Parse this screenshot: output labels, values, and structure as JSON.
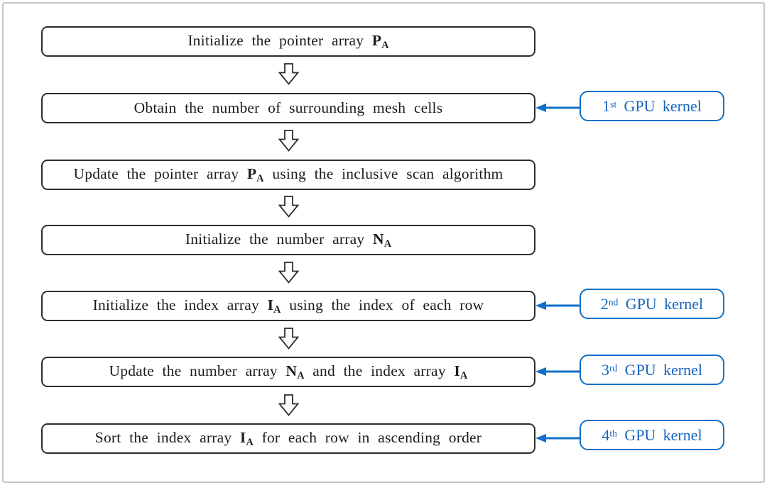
{
  "figure": {
    "kind": "flowchart",
    "background": "#ffffff"
  },
  "colors": {
    "text": "#1c1c1c",
    "box_border": "#2d2d2d",
    "blue_text": "#1565c0",
    "blue_line": "#1070c8",
    "frame_border": "#c6c6c6"
  },
  "icons": {
    "down_arrow": "hollow-block-down-arrow",
    "kernel_pointer": "filled-left-arrow"
  },
  "steps": [
    {
      "parts": [
        {
          "t": "Initialize the pointer array "
        },
        {
          "t": "P",
          "b": true
        },
        {
          "t": "A",
          "b": true,
          "sub": true
        }
      ]
    },
    {
      "parts": [
        {
          "t": "Obtain the number of surrounding mesh cells"
        }
      ]
    },
    {
      "parts": [
        {
          "t": "Update the pointer array "
        },
        {
          "t": "P",
          "b": true
        },
        {
          "t": "A",
          "b": true,
          "sub": true
        },
        {
          "t": " using the inclusive scan algorithm"
        }
      ]
    },
    {
      "parts": [
        {
          "t": "Initialize the number array "
        },
        {
          "t": "N",
          "b": true
        },
        {
          "t": "A",
          "b": true,
          "sub": true
        }
      ]
    },
    {
      "parts": [
        {
          "t": "Initialize the index array "
        },
        {
          "t": "I",
          "b": true
        },
        {
          "t": "A",
          "b": true,
          "sub": true
        },
        {
          "t": " using the index of each row"
        }
      ]
    },
    {
      "parts": [
        {
          "t": "Update the number array "
        },
        {
          "t": "N",
          "b": true
        },
        {
          "t": "A",
          "b": true,
          "sub": true
        },
        {
          "t": " and the index array "
        },
        {
          "t": "I",
          "b": true
        },
        {
          "t": "A",
          "b": true,
          "sub": true
        }
      ]
    },
    {
      "parts": [
        {
          "t": "Sort the index array "
        },
        {
          "t": "I",
          "b": true
        },
        {
          "t": "A",
          "b": true,
          "sub": true
        },
        {
          "t": " for each row in ascending order"
        }
      ]
    }
  ],
  "kernels": [
    {
      "parts": [
        {
          "t": "1"
        },
        {
          "t": "st",
          "sup": true
        },
        {
          "t": " GPU kernel"
        }
      ],
      "attached_step": 2
    },
    {
      "parts": [
        {
          "t": "2"
        },
        {
          "t": "nd",
          "sup": true
        },
        {
          "t": " GPU kernel"
        }
      ],
      "attached_step": 5
    },
    {
      "parts": [
        {
          "t": "3"
        },
        {
          "t": "rd",
          "sup": true
        },
        {
          "t": " GPU kernel"
        }
      ],
      "attached_step": 6
    },
    {
      "parts": [
        {
          "t": "4"
        },
        {
          "t": "th",
          "sup": true
        },
        {
          "t": " GPU kernel"
        }
      ],
      "attached_step": 7
    }
  ]
}
